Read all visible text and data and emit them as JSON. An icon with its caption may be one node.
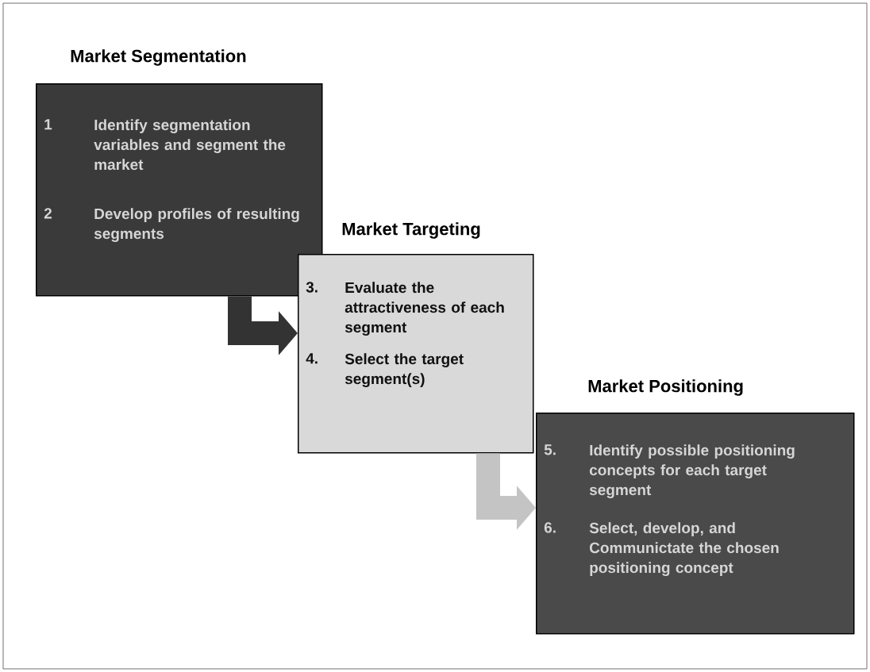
{
  "diagram": {
    "nodes": [
      {
        "text": [
          "Market Segmentation",
          "1",
          "Identify segmentation variables and segment the market",
          "2",
          "Develop profiles of resulting segments"
        ]
      },
      {
        "text": [
          "Market Targeting",
          "3.",
          "Evaluate the attractiveness of each segment",
          "4.",
          "Select the target segment(s)"
        ]
      },
      {
        "text": [
          "Market Positioning",
          "5.",
          "Identify possible positioning concepts for each target segment",
          "6.",
          "Select, develop, and Communictate the chosen positioning concept"
        ]
      }
    ],
    "edges": [
      {
        "from": 0,
        "to": 1,
        "arrow": "to",
        "color": "#333333"
      },
      {
        "from": 1,
        "to": 2,
        "arrow": "to",
        "color": "#c4c4c4"
      }
    ]
  }
}
